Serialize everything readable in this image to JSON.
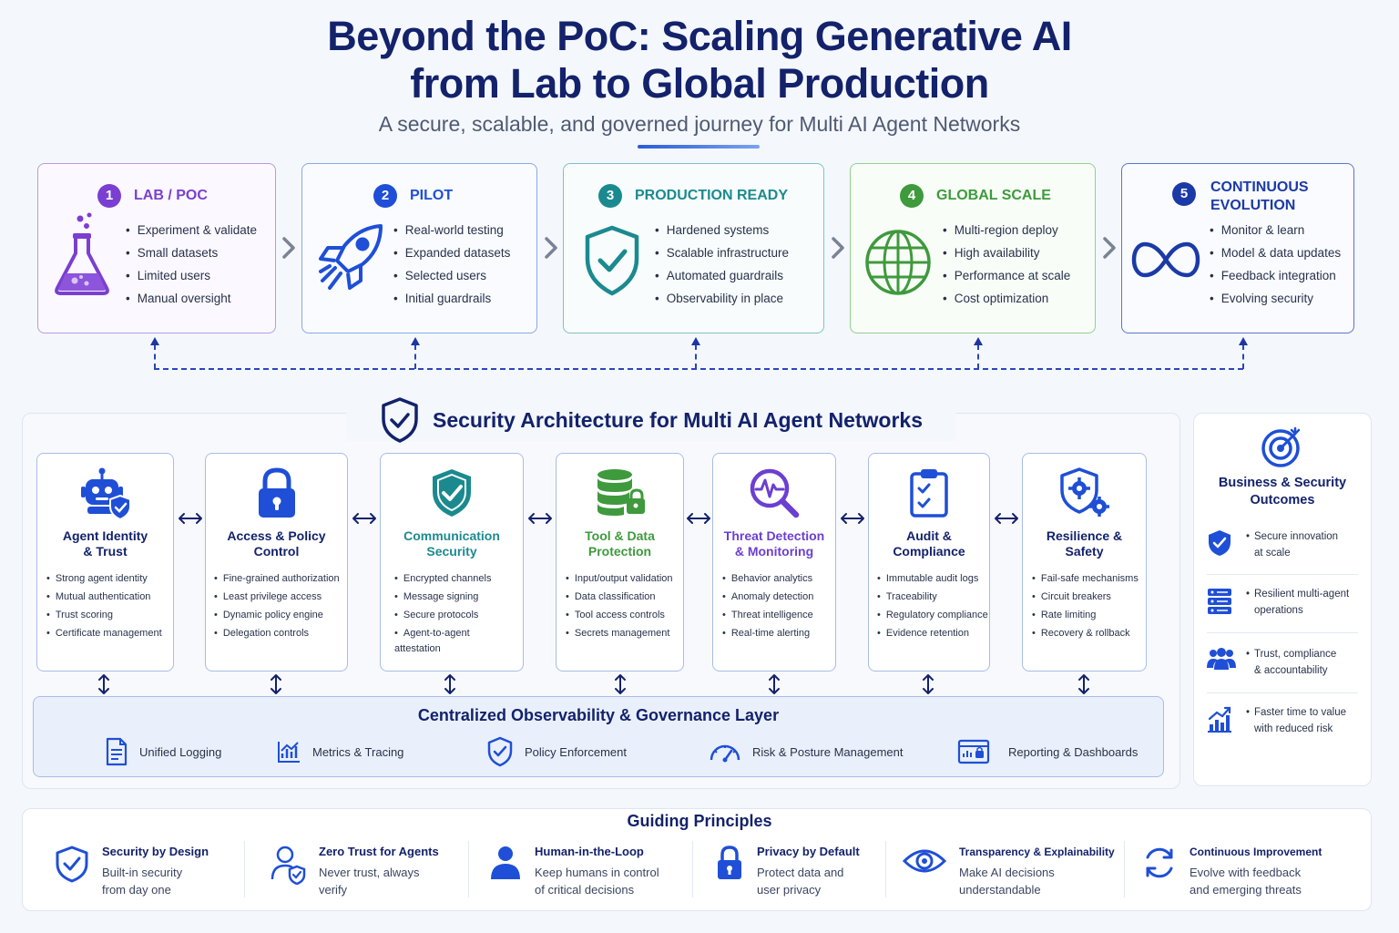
{
  "header": {
    "title_line1": "Beyond the PoC: Scaling Generative AI",
    "title_line2": "from Lab to Global Production",
    "subtitle": "A secure, scalable, and governed journey for Multi AI Agent Networks"
  },
  "colors": {
    "navy": "#13226b",
    "lab": "#7a3fd1",
    "pilot": "#1f4fd6",
    "production": "#1b8a8f",
    "global": "#3e9a3c",
    "evolution": "#1b3aa8"
  },
  "stages": [
    {
      "num": "1",
      "title": "LAB / POC",
      "icon": "flask-icon",
      "items": [
        "Experiment & validate",
        "Small datasets",
        "Limited users",
        "Manual oversight"
      ]
    },
    {
      "num": "2",
      "title": "PILOT",
      "icon": "rocket-icon",
      "items": [
        "Real-world testing",
        "Expanded datasets",
        "Selected users",
        "Initial guardrails"
      ]
    },
    {
      "num": "3",
      "title": "PRODUCTION READY",
      "icon": "shield-check-icon",
      "items": [
        "Hardened systems",
        "Scalable infrastructure",
        "Automated guardrails",
        "Observability in place"
      ]
    },
    {
      "num": "4",
      "title": "GLOBAL SCALE",
      "icon": "globe-icon",
      "items": [
        "Multi-region deploy",
        "High availability",
        "Performance at scale",
        "Cost optimization"
      ]
    },
    {
      "num": "5",
      "title_line1": "CONTINUOUS",
      "title_line2": "EVOLUTION",
      "icon": "infinity-icon",
      "items": [
        "Monitor & learn",
        "Model & data updates",
        "Feedback integration",
        "Evolving security"
      ]
    }
  ],
  "security": {
    "title": "Security Architecture for Multi AI Agent Networks",
    "pillars": [
      {
        "title_line1": "Agent Identity",
        "title_line2": "& Trust",
        "icon": "robot-shield-icon",
        "items": [
          "Strong agent identity",
          "Mutual authentication",
          "Trust scoring",
          "Certificate management"
        ]
      },
      {
        "title_line1": "Access & Policy",
        "title_line2": "Control",
        "icon": "padlock-icon",
        "items": [
          "Fine-grained authorization",
          "Least privilege access",
          "Dynamic policy engine",
          "Delegation controls"
        ]
      },
      {
        "title_line1": "Communication",
        "title_line2": "Security",
        "icon": "shield-check-icon",
        "items": [
          "Encrypted channels",
          "Message signing",
          "Secure protocols",
          "Agent-to-agent attestation"
        ]
      },
      {
        "title_line1": "Tool & Data",
        "title_line2": "Protection",
        "icon": "database-lock-icon",
        "items": [
          "Input/output validation",
          "Data classification",
          "Tool access controls",
          "Secrets management"
        ]
      },
      {
        "title_line1": "Threat Detection",
        "title_line2": "& Monitoring",
        "icon": "magnifier-pulse-icon",
        "items": [
          "Behavior analytics",
          "Anomaly detection",
          "Threat intelligence",
          "Real-time alerting"
        ]
      },
      {
        "title_line1": "Audit &",
        "title_line2": "Compliance",
        "icon": "clipboard-check-icon",
        "items": [
          "Immutable audit logs",
          "Traceability",
          "Regulatory compliance",
          "Evidence retention"
        ]
      },
      {
        "title_line1": "Resilience &",
        "title_line2": "Safety",
        "icon": "shield-gears-icon",
        "items": [
          "Fail-safe mechanisms",
          "Circuit breakers",
          "Rate limiting",
          "Recovery & rollback"
        ]
      }
    ]
  },
  "governance": {
    "title": "Centralized Observability & Governance Layer",
    "items": [
      {
        "label": "Unified Logging",
        "icon": "document-icon"
      },
      {
        "label": "Metrics & Tracing",
        "icon": "chart-icon"
      },
      {
        "label": "Policy Enforcement",
        "icon": "shield-check-icon"
      },
      {
        "label": "Risk & Posture Management",
        "icon": "gauge-icon"
      },
      {
        "label": "Reporting & Dashboards",
        "icon": "dashboard-icon"
      }
    ]
  },
  "outcomes": {
    "title_line1": "Business & Security",
    "title_line2": "Outcomes",
    "items": [
      {
        "line1": "Secure innovation",
        "line2": "at scale",
        "icon": "shield-check-icon"
      },
      {
        "line1": "Resilient multi-agent",
        "line2": "operations",
        "icon": "server-icon"
      },
      {
        "line1": "Trust, compliance",
        "line2": "& accountability",
        "icon": "people-icon"
      },
      {
        "line1": "Faster time to value",
        "line2": "with reduced risk",
        "icon": "growth-chart-icon"
      }
    ]
  },
  "principles": {
    "title": "Guiding Principles",
    "items": [
      {
        "title": "Security by Design",
        "line1": "Built-in security",
        "line2": "from day one",
        "icon": "shield-check-icon"
      },
      {
        "title": "Zero Trust for Agents",
        "line1": "Never trust, always",
        "line2": "verify",
        "icon": "user-shield-icon"
      },
      {
        "title": "Human-in-the-Loop",
        "line1": "Keep humans in control",
        "line2": "of critical decisions",
        "icon": "person-icon"
      },
      {
        "title": "Privacy by Default",
        "line1": "Protect data and",
        "line2": "user privacy",
        "icon": "padlock-icon"
      },
      {
        "title": "Transparency & Explainability",
        "line1": "Make AI decisions",
        "line2": "understandable",
        "icon": "eye-icon"
      },
      {
        "title": "Continuous Improvement",
        "line1": "Evolve with feedback",
        "line2": "and emerging threats",
        "icon": "refresh-icon"
      }
    ]
  }
}
